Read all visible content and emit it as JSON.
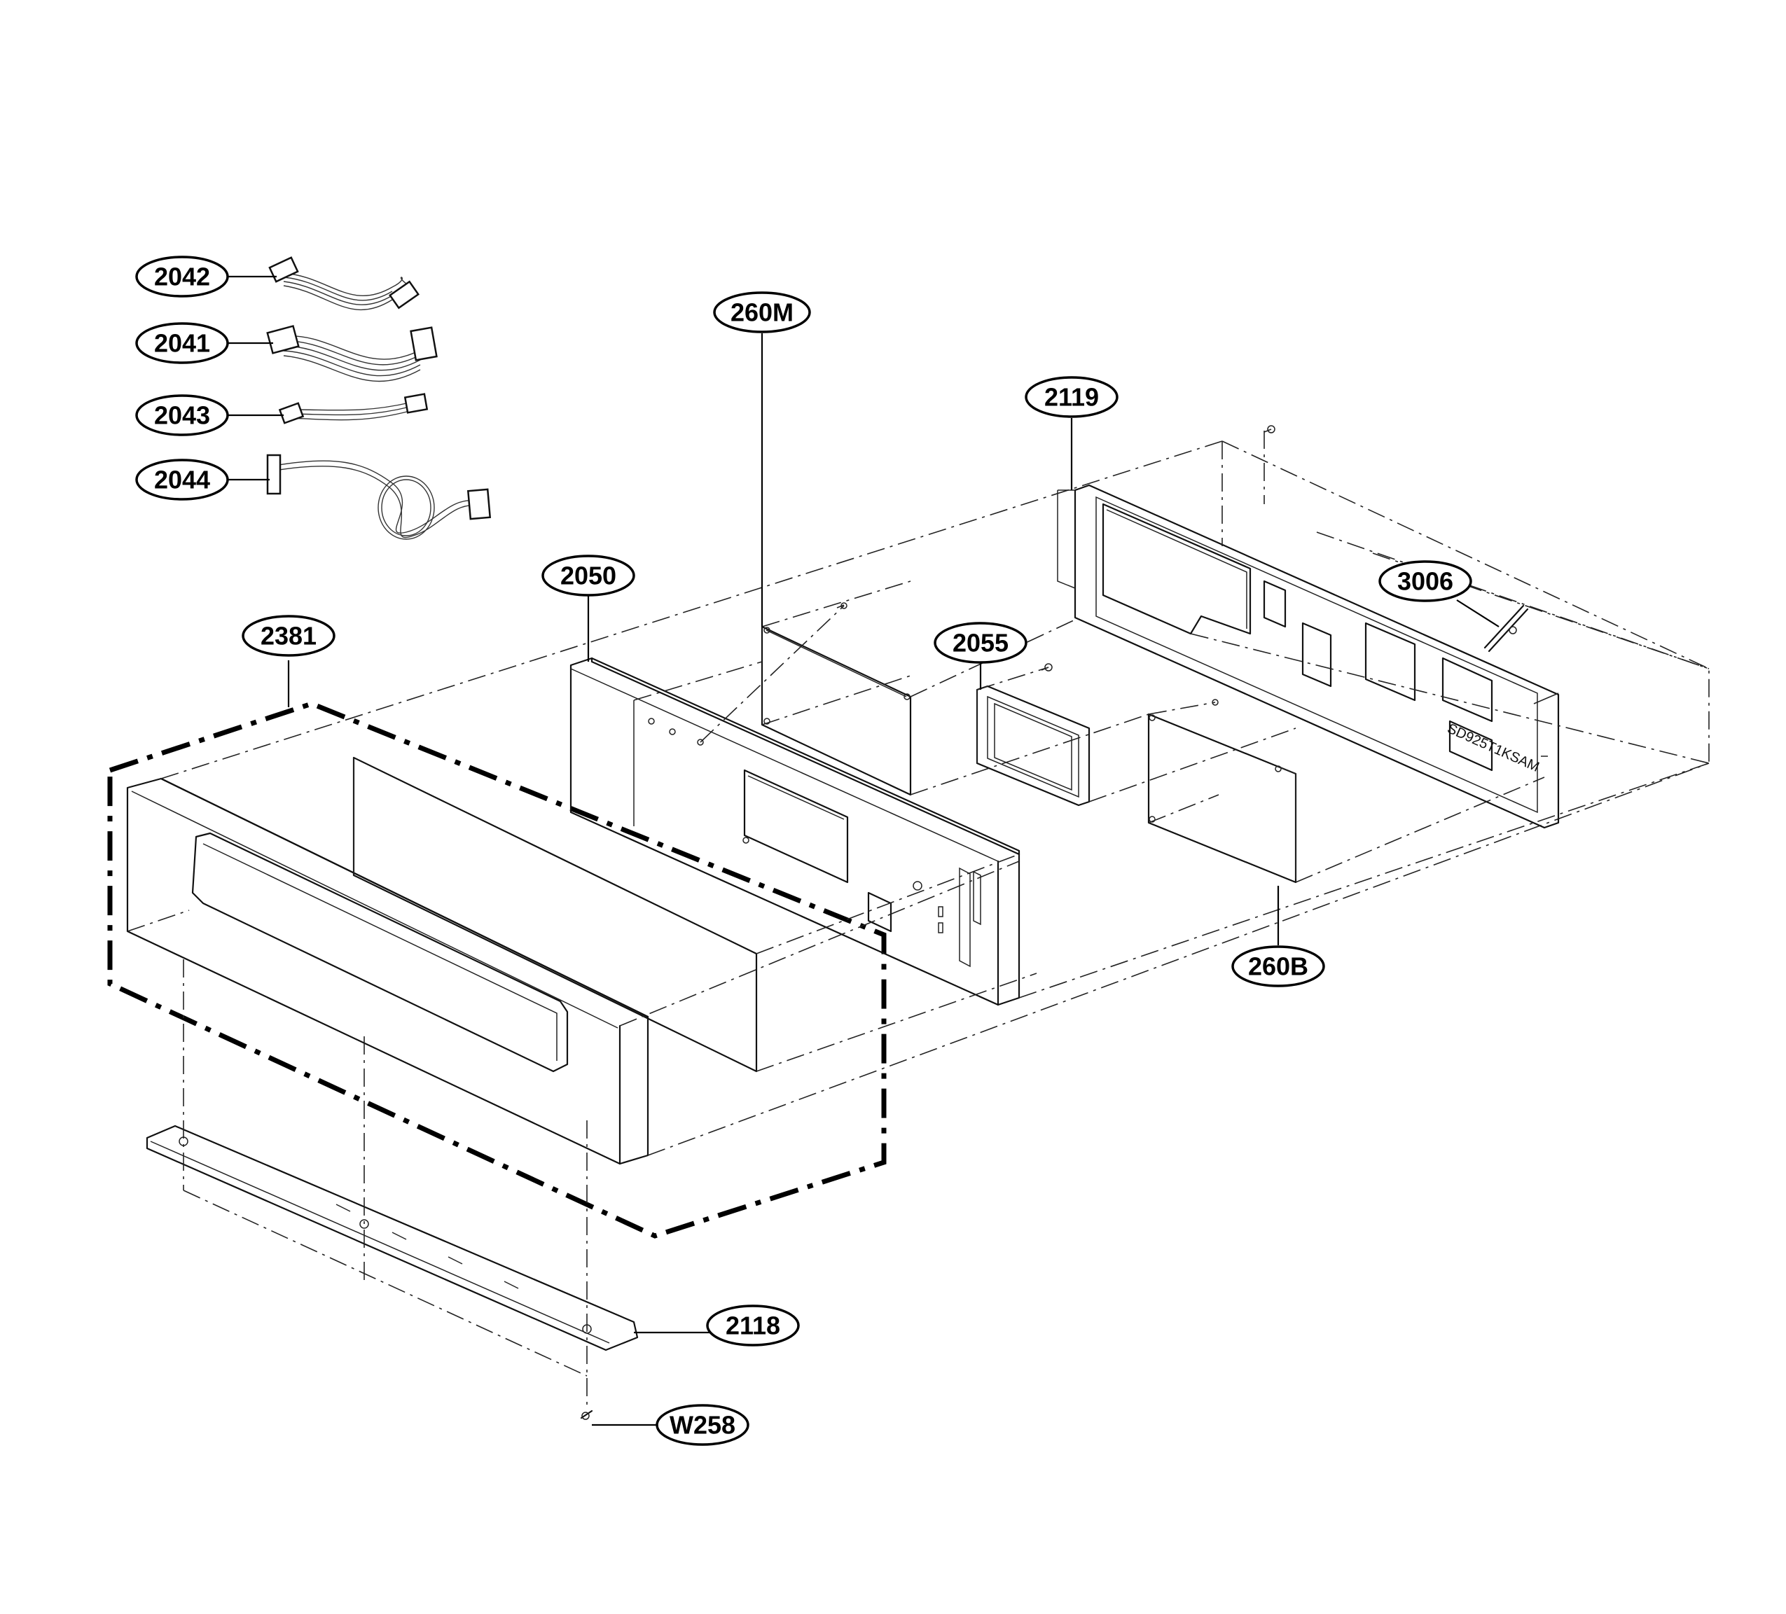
{
  "diagram": {
    "part_labels": {
      "c2042": "2042",
      "c2041": "2041",
      "c2043": "2043",
      "c2044": "2044",
      "c2119": "2119",
      "c260M": "260M",
      "c2050": "2050",
      "c3006": "3006",
      "c2055": "2055",
      "c2381": "2381",
      "c260B": "260B",
      "c2118": "2118",
      "cW258": "W258"
    },
    "panel_stamp": "SD925T1KSAM"
  }
}
